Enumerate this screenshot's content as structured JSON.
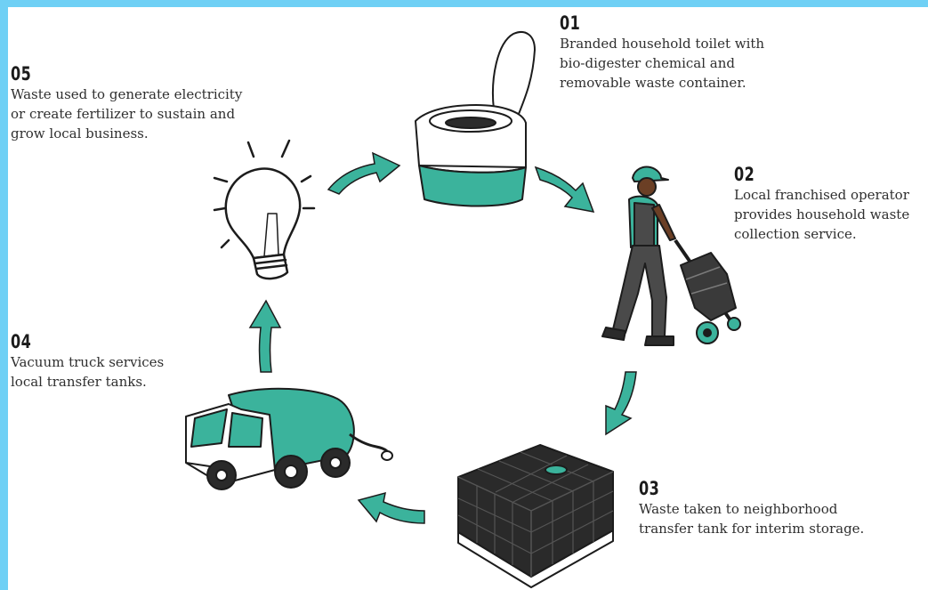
{
  "steps": [
    {
      "num": "01",
      "text": "Branded household toilet with\nbio-digester chemical and\nremovable waste container."
    },
    {
      "num": "02",
      "text": "Local franchised operator\nprovides household waste\ncollection service."
    },
    {
      "num": "03",
      "text": "Waste taken to neighborhood\ntransfer tank for interim storage."
    },
    {
      "num": "04",
      "text": "Vacuum truck services\nlocal transfer tanks."
    },
    {
      "num": "05",
      "text": "Waste used to generate electricity\nor create fertilizer to sustain and\ngrow local business."
    }
  ],
  "colors": {
    "accent": "#3bb39c",
    "ink": "#1c1c1c",
    "frame": "#6fd0f5",
    "tank": "#2a2a2a"
  }
}
